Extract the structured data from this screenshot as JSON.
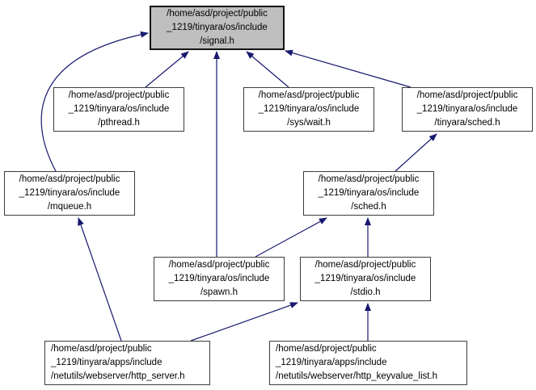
{
  "diagram": {
    "kind": "include-dependency-graph",
    "colors": {
      "edge": "#191970",
      "node_fill": "#ffffff",
      "node_border": "#3c3c3c",
      "highlight_node_fill": "#bfbfbf",
      "background": "#ffffff"
    },
    "nodes": [
      {
        "id": "signal",
        "highlight": true,
        "lines": [
          "/home/asd/project/public",
          "_1219/tinyara/os/include",
          "/signal.h"
        ]
      },
      {
        "id": "pthread",
        "highlight": false,
        "lines": [
          "/home/asd/project/public",
          "_1219/tinyara/os/include",
          "/pthread.h"
        ]
      },
      {
        "id": "sys-wait",
        "highlight": false,
        "lines": [
          "/home/asd/project/public",
          "_1219/tinyara/os/include",
          "/sys/wait.h"
        ]
      },
      {
        "id": "tinyara-sched",
        "highlight": false,
        "lines": [
          "/home/asd/project/public",
          "_1219/tinyara/os/include",
          "/tinyara/sched.h"
        ]
      },
      {
        "id": "mqueue",
        "highlight": false,
        "lines": [
          "/home/asd/project/public",
          "_1219/tinyara/os/include",
          "/mqueue.h"
        ]
      },
      {
        "id": "sched",
        "highlight": false,
        "lines": [
          "/home/asd/project/public",
          "_1219/tinyara/os/include",
          "/sched.h"
        ]
      },
      {
        "id": "spawn",
        "highlight": false,
        "lines": [
          "/home/asd/project/public",
          "_1219/tinyara/os/include",
          "/spawn.h"
        ]
      },
      {
        "id": "stdio",
        "highlight": false,
        "lines": [
          "/home/asd/project/public",
          "_1219/tinyara/os/include",
          "/stdio.h"
        ]
      },
      {
        "id": "http-server",
        "highlight": false,
        "lines": [
          "/home/asd/project/public",
          "_1219/tinyara/apps/include",
          "/netutils/webserver/http_server.h"
        ]
      },
      {
        "id": "http-keyvalue-list",
        "highlight": false,
        "lines": [
          "/home/asd/project/public",
          "_1219/tinyara/apps/include",
          "/netutils/webserver/http_keyvalue_list.h"
        ]
      }
    ],
    "edges": [
      {
        "from": "mqueue",
        "to": "signal"
      },
      {
        "from": "pthread",
        "to": "signal"
      },
      {
        "from": "spawn",
        "to": "signal"
      },
      {
        "from": "sys-wait",
        "to": "signal"
      },
      {
        "from": "tinyara-sched",
        "to": "signal"
      },
      {
        "from": "sched",
        "to": "tinyara-sched"
      },
      {
        "from": "spawn",
        "to": "sched"
      },
      {
        "from": "stdio",
        "to": "sched"
      },
      {
        "from": "http-server",
        "to": "mqueue"
      },
      {
        "from": "http-server",
        "to": "stdio"
      },
      {
        "from": "http-keyvalue-list",
        "to": "stdio"
      }
    ]
  }
}
